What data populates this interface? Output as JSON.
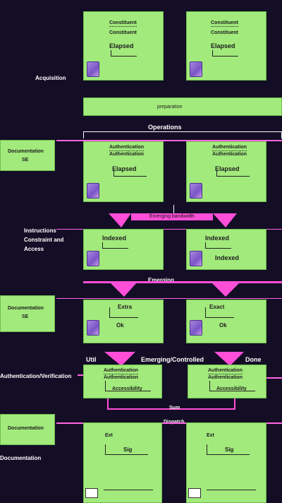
{
  "diagram": {
    "row1": {
      "left": {
        "header": "Constituent",
        "sub": "Elapsed"
      },
      "right": {
        "header": "Constituent",
        "sub": "Elapsed"
      },
      "side_label": "Acquisition",
      "footer_band": "preparation"
    },
    "heading_1": "Operations",
    "row2": {
      "left": {
        "header": "Authentication",
        "sub": "Elapsed"
      },
      "right": {
        "header": "Authentication",
        "sub": "Elapsed"
      },
      "side_box": {
        "title": "Documentation",
        "sub": "SE"
      }
    },
    "banner_1": "Emerging bandwidth",
    "row3": {
      "left": {
        "header": "Indexed",
        "sub": ""
      },
      "right": {
        "header": "Indexed",
        "sub": "Indexed"
      },
      "side_label": [
        "Instructions",
        "Constraint and",
        "Access"
      ]
    },
    "banner_2": "Emerging",
    "row4": {
      "left": {
        "header": "Extra",
        "sub": "Ok"
      },
      "right": {
        "header": "Exact",
        "sub": "Ok"
      },
      "side_box": {
        "title": "Documentation",
        "sub": "SE"
      }
    },
    "banner_3": {
      "left": "Util",
      "center": "Emerging/Controlled",
      "right": "Done",
      "side_label": "Authentication/Verification"
    },
    "row5": {
      "left": {
        "header": "Authentication",
        "sub": "Accessibility"
      },
      "right": {
        "header": "Authentication",
        "sub": "Accessibility"
      }
    },
    "joiner": "Sum",
    "joiner_2": "Dispatch",
    "row6": {
      "left": {
        "header": "Ext",
        "sub": "Sig"
      },
      "right": {
        "header": "Ext",
        "sub": "Sig"
      },
      "side_box": {
        "title": "Documentation",
        "sub": ""
      },
      "side_label": "Documentation"
    },
    "colors": {
      "background": "#140d26",
      "panel": "#a2ea7c",
      "accent": "#ff4fd8",
      "icon": "#8c63d4"
    }
  }
}
